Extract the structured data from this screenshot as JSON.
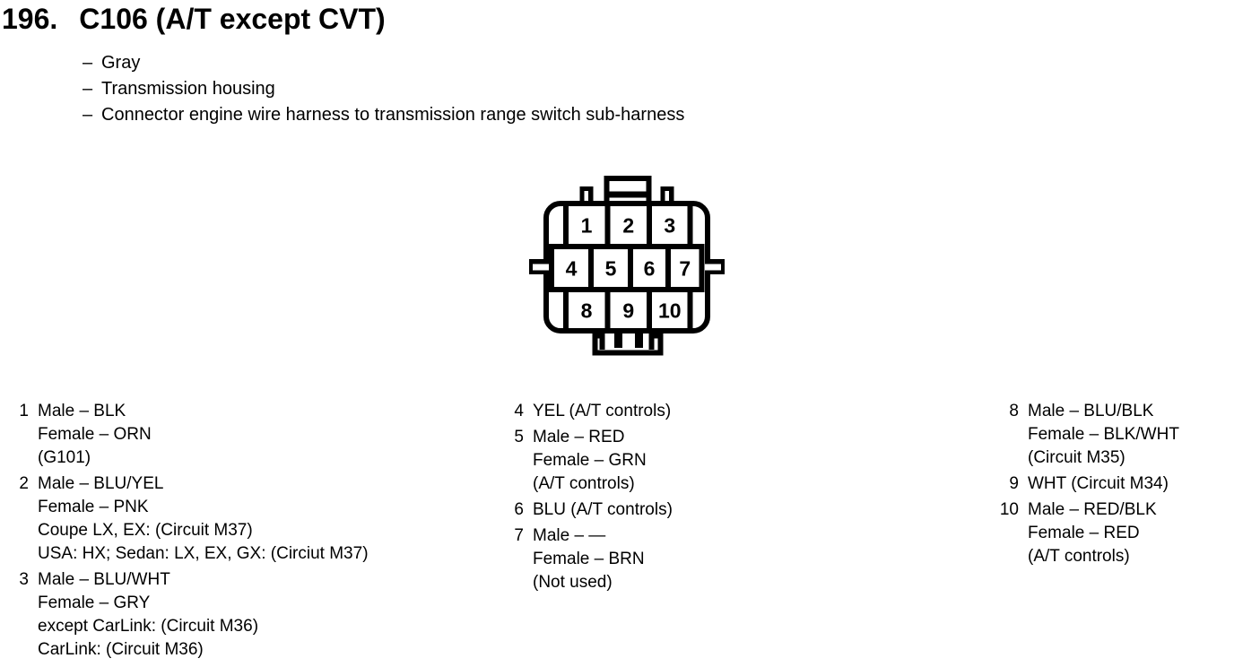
{
  "header": {
    "number": "196.",
    "title": "C106 (A/T except CVT)"
  },
  "attributes": {
    "dash": "–",
    "items": [
      "Gray",
      "Transmission housing",
      "Connector engine wire harness to transmission range switch sub-harness"
    ]
  },
  "connector": {
    "pins": [
      "1",
      "2",
      "3",
      "4",
      "5",
      "6",
      "7",
      "8",
      "9",
      "10"
    ]
  },
  "legend": {
    "columns": [
      {
        "items": [
          {
            "num": "1",
            "lines": [
              "Male – BLK",
              "Female – ORN",
              "(G101)"
            ]
          },
          {
            "num": "2",
            "lines": [
              "Male – BLU/YEL",
              "Female – PNK",
              "Coupe LX, EX: (Circuit M37)",
              "USA: HX; Sedan: LX, EX, GX: (Circiut M37)"
            ]
          },
          {
            "num": "3",
            "lines": [
              "Male – BLU/WHT",
              "Female – GRY",
              "except CarLink: (Circuit M36)",
              "CarLink: (Circuit M36)"
            ]
          }
        ]
      },
      {
        "items": [
          {
            "num": "4",
            "lines": [
              "YEL (A/T controls)"
            ]
          },
          {
            "num": "5",
            "lines": [
              "Male – RED",
              "Female – GRN",
              "(A/T controls)"
            ]
          },
          {
            "num": "6",
            "lines": [
              "BLU (A/T controls)"
            ]
          },
          {
            "num": "7",
            "lines": [
              "Male – —",
              "Female – BRN",
              "(Not used)"
            ]
          }
        ]
      },
      {
        "items": [
          {
            "num": "8",
            "lines": [
              "Male – BLU/BLK",
              "Female – BLK/WHT",
              "(Circuit M35)"
            ]
          },
          {
            "num": "9",
            "lines": [
              "WHT (Circuit M34)"
            ]
          },
          {
            "num": "10",
            "lines": [
              "Male – RED/BLK",
              "Female – RED",
              "(A/T controls)"
            ]
          }
        ]
      }
    ]
  },
  "colors": {
    "ink": "#000000",
    "paper": "#ffffff"
  }
}
